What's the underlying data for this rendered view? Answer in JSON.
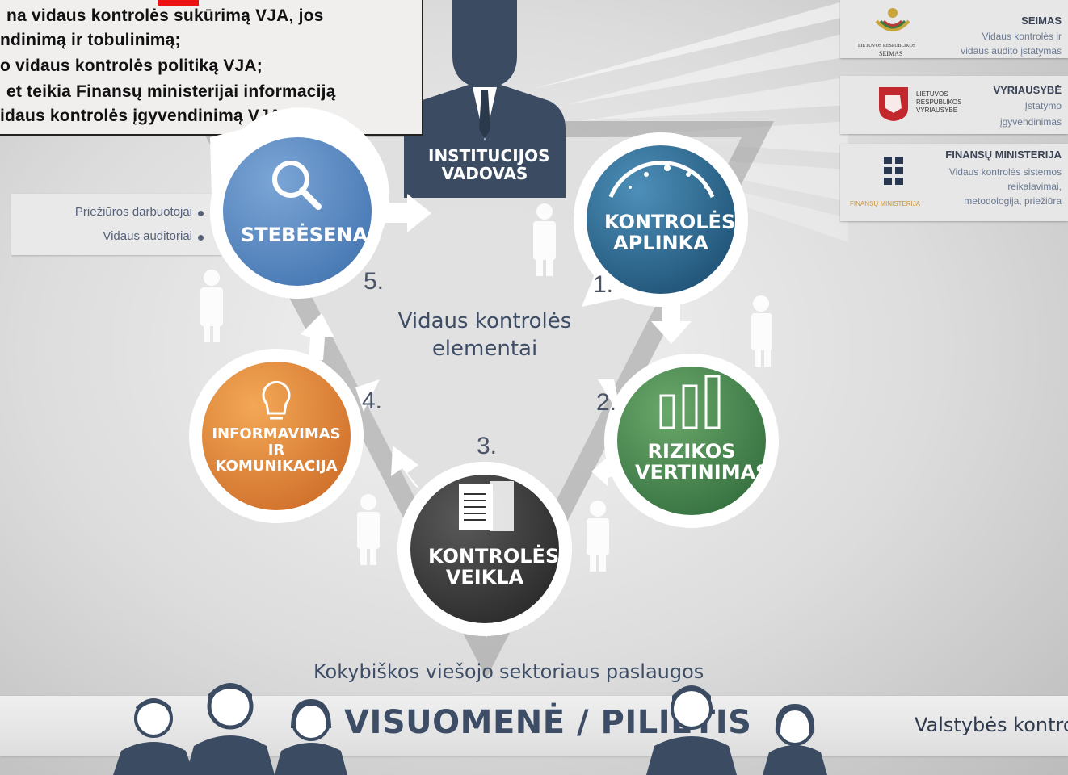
{
  "note": {
    "lines": [
      "na vidaus kontrolės sukūrimą VJA, jos",
      "ndinimą ir tobulinimą;",
      "o  vidaus kontrolės politiką VJA;",
      "et teikia Finansų ministerijai informaciją",
      "idaus kontrolės įgyvendinimą VJA."
    ]
  },
  "head": {
    "label_line1": "INSTITUCIJOS",
    "label_line2": "VADOVAS"
  },
  "panels": [
    {
      "logo_text1": "LIETUVOS RESPUBLIKOS",
      "logo_text2": "SEIMAS",
      "title": "SEIMAS",
      "desc1": "Vidaus kontrolės ir",
      "desc2": "vidaus audito įstatymas"
    },
    {
      "logo_text1": "LIETUVOS",
      "logo_text2": "RESPUBLIKOS",
      "logo_text3": "VYRIAUSYBĖ",
      "title": "VYRIAUSYBĖ",
      "desc1": "Įstatymo",
      "desc2": "įgyvendinimas"
    },
    {
      "logo_text1": "FINANSŲ MINISTERIJA",
      "title": "FINANSŲ MINISTERIJA",
      "desc1": "Vidaus kontrolės sistemos",
      "desc2": "reikalavimai,",
      "desc3": "metodologija, priežiūra"
    }
  ],
  "elements": [
    {
      "number": "1.",
      "line1": "KONTROLĖS",
      "line2": "APLINKA",
      "color": "#2e6d93"
    },
    {
      "number": "2.",
      "line1": "RIZIKOS",
      "line2": "VERTINIMAS",
      "color": "#4a8a52"
    },
    {
      "number": "3.",
      "line1": "KONTROLĖS",
      "line2": "VEIKLA",
      "color": "#3d3d3d"
    },
    {
      "number": "4.",
      "line1": "INFORMAVIMAS",
      "line2": "IR",
      "line3": "KOMUNIKACIJA",
      "color": "#e08a3c"
    },
    {
      "number": "5.",
      "line1": "STEBĖSENA",
      "color": "#5a88c4"
    }
  ],
  "center": {
    "line1": "Vidaus kontrolės",
    "line2": "elementai"
  },
  "monitors": {
    "item1": "Priežiūros darbuotojai",
    "item2": "Vidaus auditoriai"
  },
  "bottom": {
    "services_left": "Kokybiškos viešojo",
    "services_right": "sektoriaus paslaugos",
    "society": "VISUOMENĖ / PILIETIS",
    "audit": "Valstybės kontrolė"
  }
}
